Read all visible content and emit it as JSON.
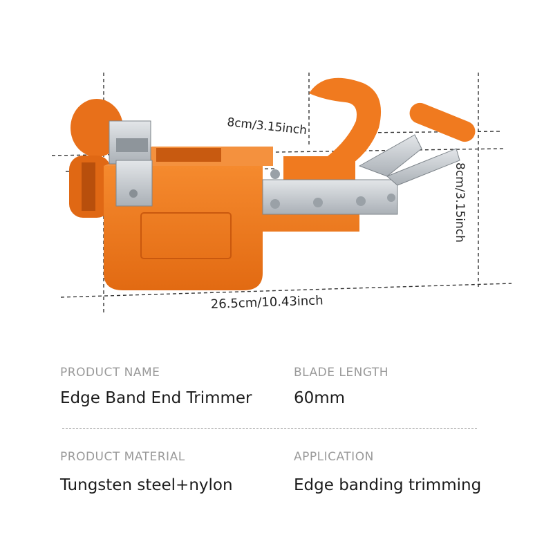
{
  "dimensions": {
    "width_label": "8cm/3.15inch",
    "height_label": "8cm/3.15inch",
    "length_label": "26.5cm/10.43inch"
  },
  "specs": {
    "product_name": {
      "label": "PRODUCT NAME",
      "value": "Edge Band End Trimmer"
    },
    "blade_length": {
      "label": "BLADE LENGTH",
      "value": "60mm"
    },
    "product_material": {
      "label": "PRODUCT MATERIAL",
      "value": "Tungsten steel+nylon"
    },
    "application": {
      "label": "APPLICATION",
      "value": "Edge banding trimming"
    }
  },
  "colors": {
    "body_orange": "#f07a1f",
    "shadow_orange": "#d4600f",
    "steel": "#c9cdd1",
    "label_gray": "#9a9a9a",
    "value_dark": "#1c1c1c"
  }
}
